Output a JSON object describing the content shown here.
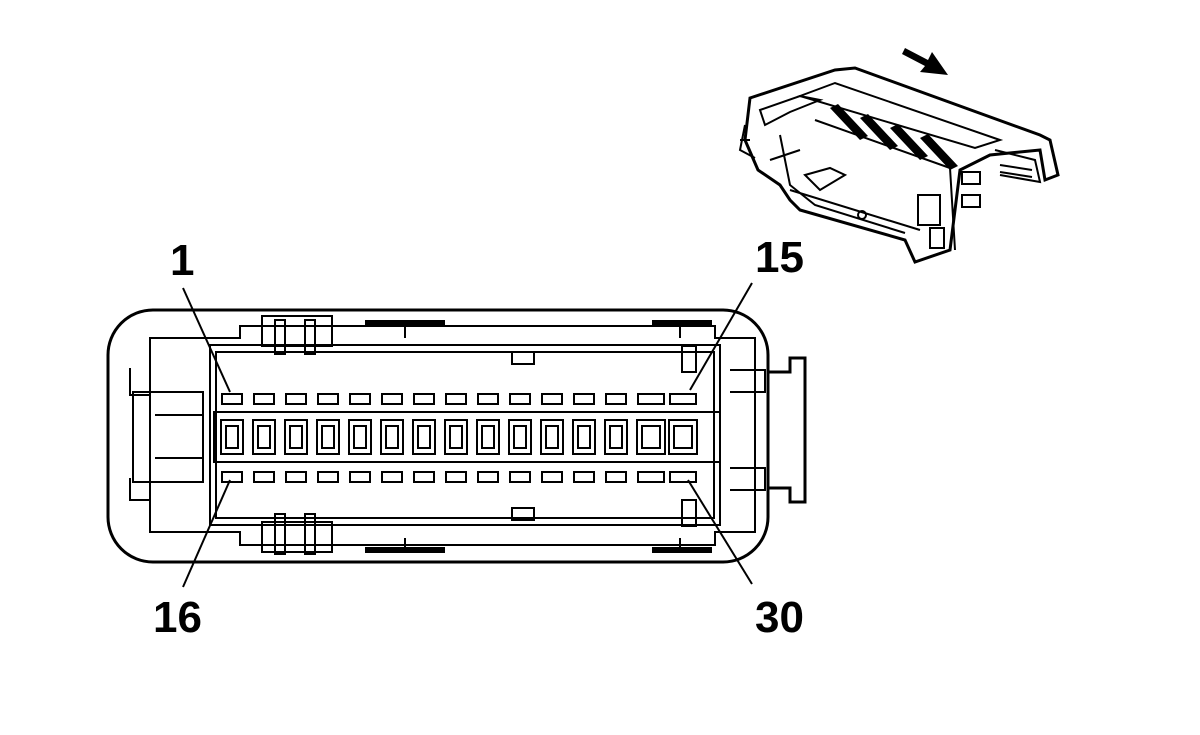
{
  "pin_labels": {
    "top_left": "1",
    "top_right": "15",
    "bottom_left": "16",
    "bottom_right": "30"
  },
  "pin_rows": {
    "top_count": 15,
    "bottom_count": 15
  },
  "colors": {
    "line": "#000000",
    "background": "#ffffff"
  }
}
